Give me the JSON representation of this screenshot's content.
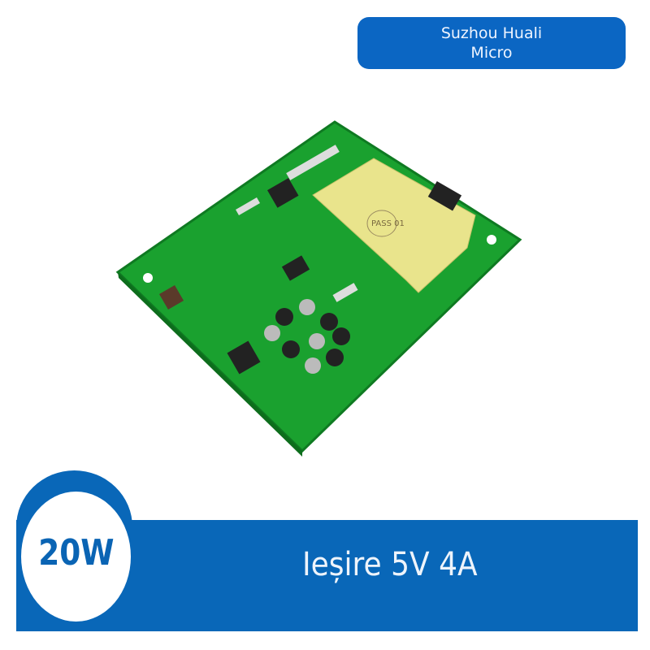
{
  "brand": {
    "line1": "Suzhou Huali",
    "line2": "Micro"
  },
  "banner": {
    "power": "20W",
    "output": "Ieșire 5V 4A"
  },
  "colors": {
    "banner_blue": "#0967b8",
    "brand_blue": "#0b66c3",
    "pcb_green": "#1aa12f",
    "transformer_yellow": "#e9e48c"
  },
  "product": {
    "transformer_label": "PASS 01"
  }
}
